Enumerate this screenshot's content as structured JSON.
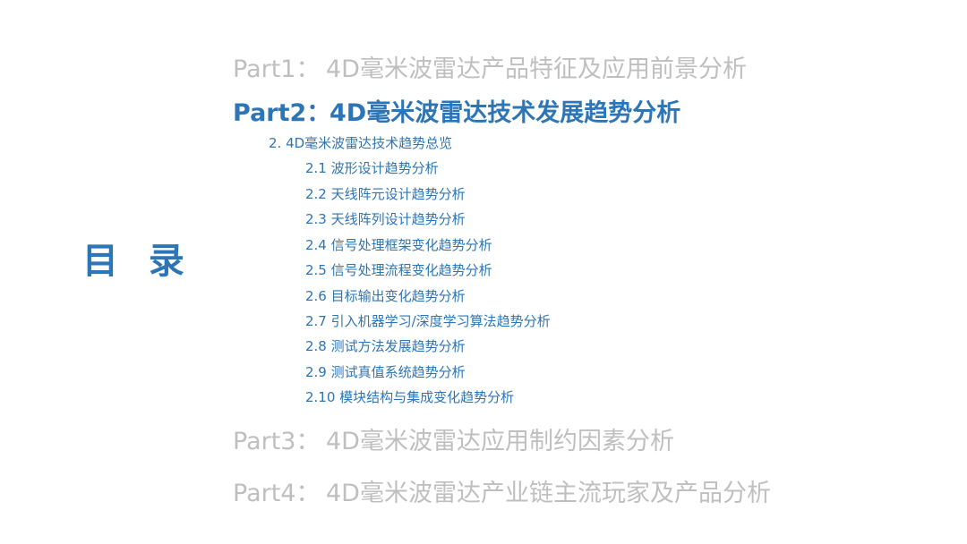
{
  "toc": {
    "title": "目 录",
    "parts": [
      {
        "num": "Part1：",
        "label": "4D毫米波雷达产品特征及应用前景分析",
        "active": false
      },
      {
        "num": "Part2：",
        "label": "4D毫米波雷达技术发展趋势分析",
        "active": true
      },
      {
        "num": "Part3：",
        "label": "4D毫米波雷达应用制约因素分析",
        "active": false
      },
      {
        "num": "Part4：",
        "label": "4D毫米波雷达产业链主流玩家及产品分析",
        "active": false
      }
    ],
    "part2_overview": "2. 4D毫米波雷达技术趋势总览",
    "part2_items": [
      "2.1 波形设计趋势分析",
      "2.2 天线阵元设计趋势分析",
      "2.3 天线阵列设计趋势分析",
      "2.4 信号处理框架变化趋势分析",
      "2.5 信号处理流程变化趋势分析",
      "2.6 目标输出变化趋势分析",
      "2.7 引入机器学习/深度学习算法趋势分析",
      "2.8 测试方法发展趋势分析",
      "2.9 测试真值系统趋势分析",
      "2.10 模块结构与集成变化趋势分析"
    ],
    "colors": {
      "accent": "#2e75b6",
      "inactive": "#bfbfbf"
    }
  }
}
